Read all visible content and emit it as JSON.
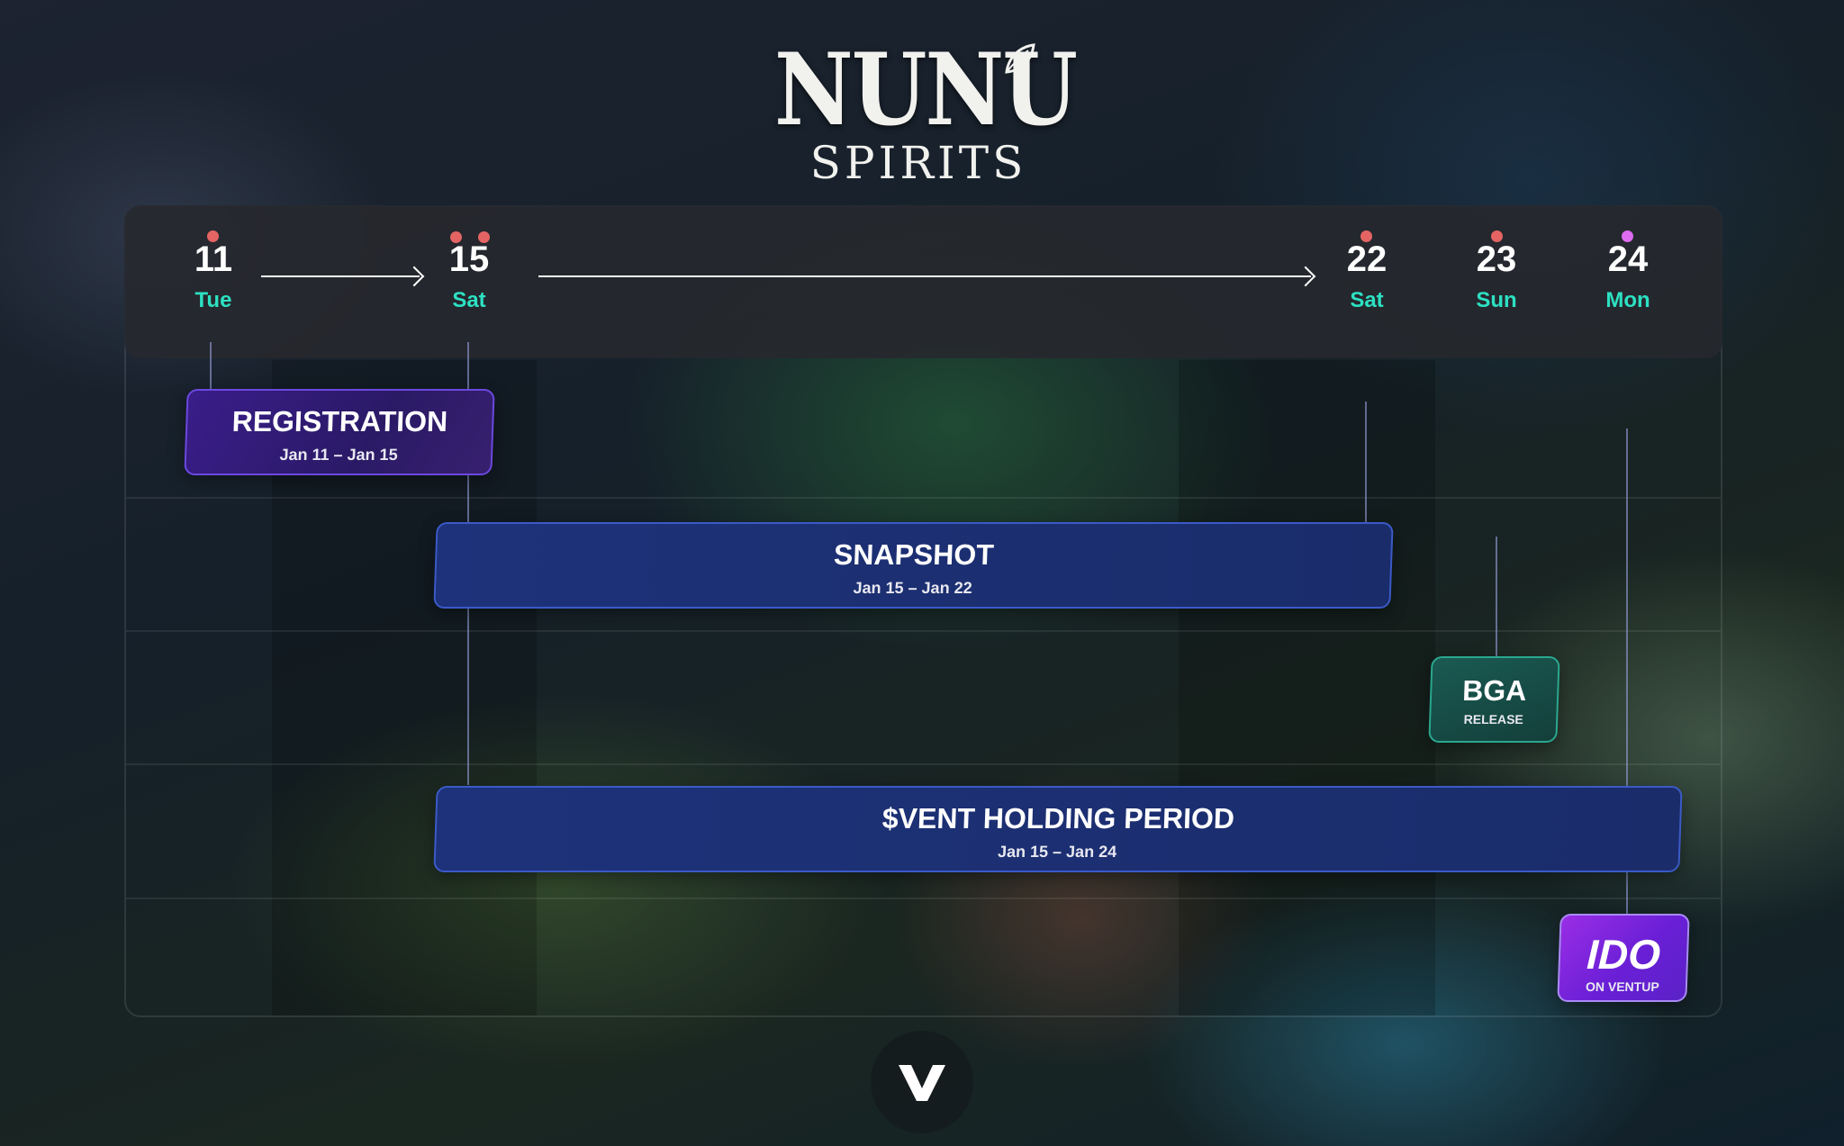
{
  "logo": {
    "line1": "NUNU",
    "line2": "SPIRITS"
  },
  "dates": [
    {
      "num": "11",
      "day": "Tue"
    },
    {
      "num": "15",
      "day": "Sat"
    },
    {
      "num": "22",
      "day": "Sat"
    },
    {
      "num": "23",
      "day": "Sun"
    },
    {
      "num": "24",
      "day": "Mon"
    }
  ],
  "events": {
    "registration": {
      "title": "REGISTRATION",
      "sub": "Jan 11 – Jan 15"
    },
    "snapshot": {
      "title": "SNAPSHOT",
      "sub": "Jan 15 – Jan 22"
    },
    "bga": {
      "title": "BGA",
      "sub": "RELEASE"
    },
    "vent": {
      "title": "$VENT HOLDING PERIOD",
      "sub": "Jan 15 – Jan 24"
    },
    "ido": {
      "title": "IDO",
      "sub": "ON VENTUP"
    }
  },
  "colors": {
    "day_label": "#2de0c2",
    "dot_red": "#e46464",
    "dot_pink": "#dd6cf0",
    "event_purple": "#6c48e0",
    "event_blue": "#3b5ac8",
    "event_teal": "#29a88f",
    "event_violet": "#9a2ee6"
  },
  "icons": {
    "logo_leaf": "leaf-icon",
    "brand": "ventup-logo-icon"
  }
}
